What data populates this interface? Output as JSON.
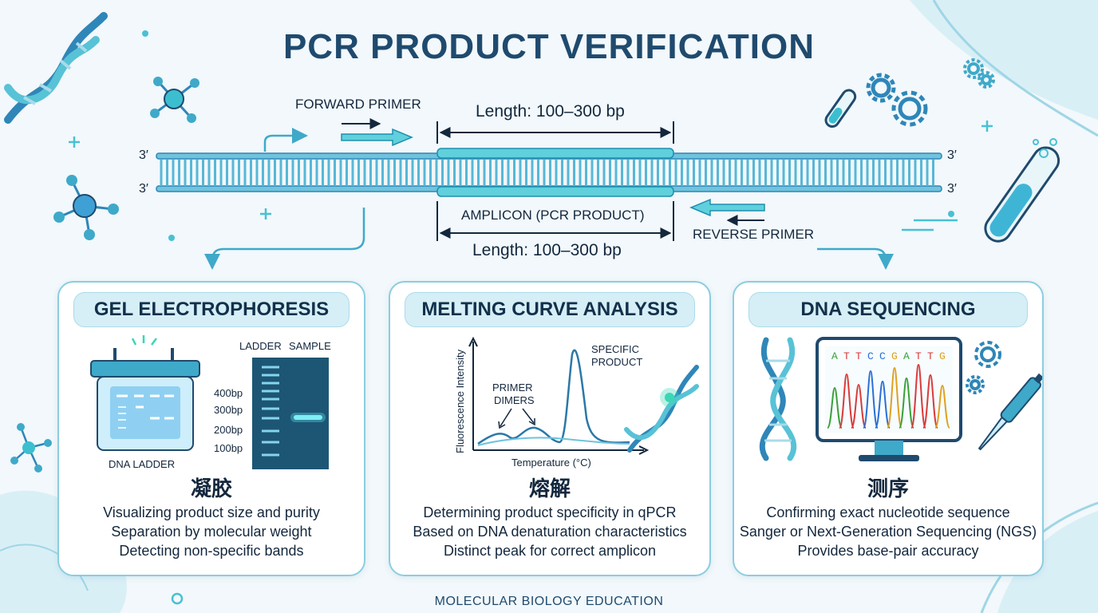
{
  "title": "PCR PRODUCT VERIFICATION",
  "strand_end_label": "3′",
  "top_diagram": {
    "forward_primer": "FORWARD PRIMER",
    "reverse_primer": "REVERSE PRIMER",
    "length_top": "Length: 100–300 bp",
    "length_bottom": "Length: 100–300 bp",
    "amplicon": "AMPLICON (PCR PRODUCT)"
  },
  "cards": [
    {
      "heading": "GEL ELECTROPHORESIS",
      "chinese": "凝胶",
      "lines": [
        "Visualizing product size and purity",
        "Separation by molecular weight",
        "Detecting non-specific bands"
      ],
      "ladder_header": "LADDER",
      "sample_header": "SAMPLE",
      "size_markers": [
        "400bp",
        "300bp",
        "200bp",
        "100bp"
      ],
      "dna_ladder": "DNA LADDER"
    },
    {
      "heading": "MELTING CURVE ANALYSIS",
      "chinese": "熔解",
      "lines": [
        "Determining product specificity in qPCR",
        "Based on DNA denaturation characteristics",
        "Distinct peak for correct amplicon"
      ],
      "y_axis": "Fluorescence Intensity",
      "x_axis": "Temperature (°C)",
      "primer_dimers": [
        "PRIMER",
        "DIMERS"
      ],
      "specific_product": [
        "SPECIFIC",
        "PRODUCT"
      ]
    },
    {
      "heading": "DNA SEQUENCING",
      "chinese": "测序",
      "lines": [
        "Confirming exact nucleotide sequence",
        "Sanger or Next-Generation Sequencing (NGS)",
        "Provides base-pair accuracy"
      ],
      "sequence": [
        "A",
        "T",
        "T",
        "C",
        "C",
        "G",
        "A",
        "T",
        "T",
        "G"
      ]
    }
  ],
  "footer": "MOLECULAR BIOLOGY EDUCATION",
  "colors": {
    "navy": "#1f4a6e",
    "teal": "#3bbfd0",
    "strand": "#6fc3dc",
    "card_border": "#8ccde0"
  }
}
